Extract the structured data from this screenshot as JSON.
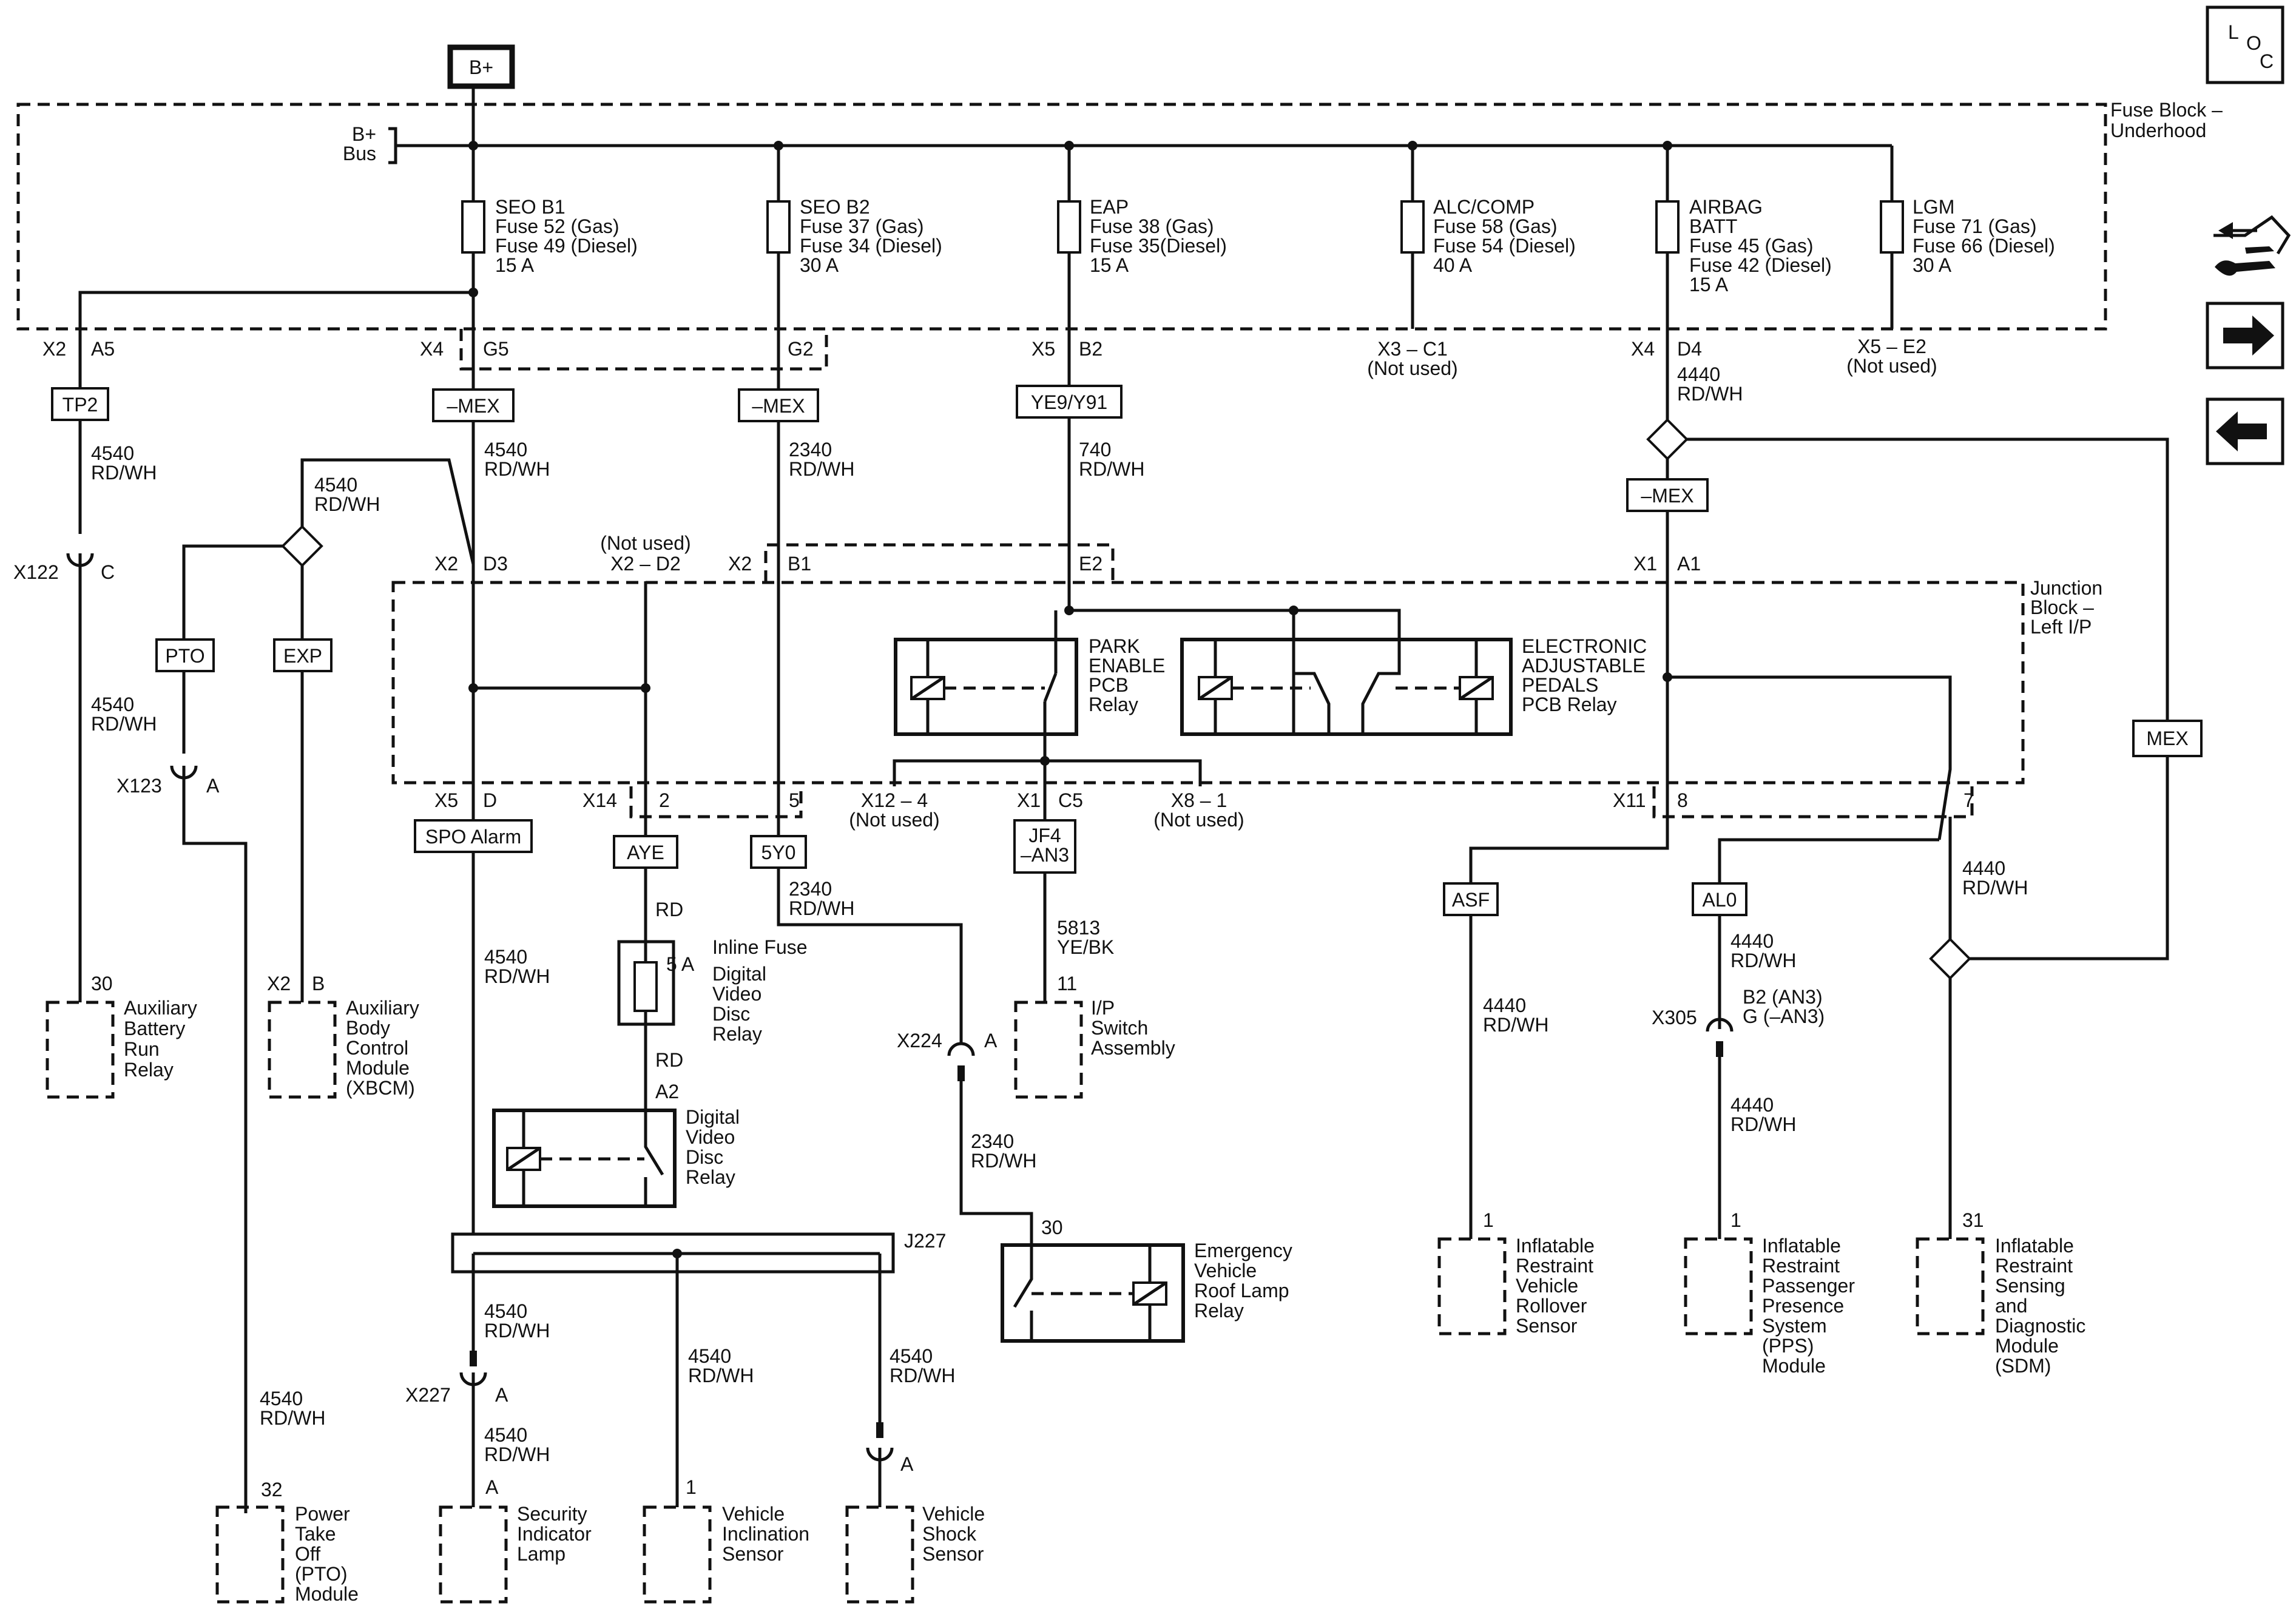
{
  "supply": {
    "label": "B+"
  },
  "loc_button": {
    "l": "L",
    "o": "O",
    "c": "C"
  },
  "fuse_block": {
    "title_lines": [
      "Fuse Block –",
      "Underhood"
    ],
    "bus_lines": [
      "B+",
      "Bus"
    ]
  },
  "fuses": [
    {
      "lines": [
        "SEO B1",
        "Fuse 52 (Gas)",
        "Fuse 49 (Diesel)",
        "15 A"
      ]
    },
    {
      "lines": [
        "SEO B2",
        "Fuse 37 (Gas)",
        "Fuse 34 (Diesel)",
        "30 A"
      ]
    },
    {
      "lines": [
        "EAP",
        "Fuse 38 (Gas)",
        "Fuse 35(Diesel)",
        "15 A"
      ]
    },
    {
      "lines": [
        "ALC/COMP",
        "Fuse 58 (Gas)",
        "Fuse 54 (Diesel)",
        "40 A"
      ]
    },
    {
      "lines": [
        "AIRBAG",
        "BATT",
        "Fuse 45 (Gas)",
        "Fuse 42 (Diesel)",
        "15 A"
      ]
    },
    {
      "lines": [
        "LGM",
        "Fuse 71 (Gas)",
        "Fuse 66 (Diesel)",
        "30 A"
      ]
    }
  ],
  "connectors": {
    "fb_x2": "X2",
    "fb_a5": "A5",
    "fb_x4": "X4",
    "fb_g5": "G5",
    "fb_g2": "G2",
    "fb_x5": "X5",
    "fb_b2": "B2",
    "fb_x3": "X3 – C1",
    "fb_x3_note": "(Not used)",
    "fb_x4b": "X4",
    "fb_d4": "D4",
    "fb_x5e2": "X5 – E2",
    "fb_x5e2_note": "(Not used)",
    "x122": "X122",
    "x122_pin": "C",
    "x123": "X123",
    "x123_pin": "A",
    "jb_x2": "X2",
    "jb_d3": "D3",
    "jb_notused": "(Not used)",
    "jb_x2d2": "X2 – D2",
    "jb_x2b": "X2",
    "jb_b1": "B1",
    "jb_e2": "E2",
    "jb_x1": "X1",
    "jb_a1": "A1",
    "jb_x5": "X5",
    "jb_d": "D",
    "jb_x14": "X14",
    "jb_2": "2",
    "jb_5": "5",
    "jb_x12": "X12 – 4",
    "jb_x12_note": "(Not used)",
    "jb_x1b": "X1",
    "jb_c5": "C5",
    "jb_x8": "X8 – 1",
    "jb_x8_note": "(Not used)",
    "jb_x11": "X11",
    "jb_8": "8",
    "jb_7": "7",
    "x224": "X224",
    "x224_pin": "A",
    "x305": "X305",
    "x305_pins": [
      "B2 (AN3)",
      "G (–AN3)"
    ],
    "x227": "X227",
    "x227_pin": "A",
    "shock_pin": "A",
    "a2": "A2",
    "j227": "J227"
  },
  "options": {
    "tp2": "TP2",
    "mex1": "–MEX",
    "mex2": "–MEX",
    "ye9": "YE9/Y91",
    "mex3": "–MEX",
    "pto": "PTO",
    "exp": "EXP",
    "spo": "SPO Alarm",
    "aye": "AYE",
    "5y0": "5Y0",
    "jf4": [
      "JF4",
      "–AN3"
    ],
    "asf": "ASF",
    "al0": "AL0",
    "mex_right": "MEX"
  },
  "wires": {
    "w_tp2": [
      "4540",
      "RD/WH"
    ],
    "w_x122": [
      "4540",
      "RD/WH"
    ],
    "w_split": [
      "4540",
      "RD/WH"
    ],
    "w_pto": [
      "4540",
      "RD/WH"
    ],
    "w_mex1": [
      "4540",
      "RD/WH"
    ],
    "w_mex2": [
      "2340",
      "RD/WH"
    ],
    "w_ye9": [
      "740",
      "RD/WH"
    ],
    "w_d4": [
      "4440",
      "RD/WH"
    ],
    "w_spo": [
      "4540",
      "RD/WH"
    ],
    "w_rd1": "RD",
    "w_rd2": "RD",
    "w_5y0": [
      "2340",
      "RD/WH"
    ],
    "w_jf4": [
      "5813",
      "YE/BK"
    ],
    "w_x224": [
      "2340",
      "RD/WH"
    ],
    "w_asf": [
      "4440",
      "RD/WH"
    ],
    "w_al0": [
      "4440",
      "RD/WH"
    ],
    "w_x305": [
      "4440",
      "RD/WH"
    ],
    "w_sdm": [
      "4440",
      "RD/WH"
    ],
    "w_j227a": [
      "4540",
      "RD/WH"
    ],
    "w_x227": [
      "4540",
      "RD/WH"
    ],
    "w_j227b": [
      "4540",
      "RD/WH"
    ],
    "w_j227c": [
      "4540",
      "RD/WH"
    ]
  },
  "junction_block": {
    "title_lines": [
      "Junction",
      "Block –",
      "Left I/P"
    ]
  },
  "relays": {
    "park": [
      "PARK",
      "ENABLE",
      "PCB",
      "Relay"
    ],
    "pedals": [
      "ELECTRONIC",
      "ADJUSTABLE",
      "PEDALS",
      "PCB Relay"
    ],
    "dvd": [
      "Digital",
      "Video",
      "Disc",
      "Relay"
    ],
    "emergency": [
      "Emergency",
      "Vehicle",
      "Roof Lamp",
      "Relay"
    ]
  },
  "inline_fuse": {
    "title": "Inline Fuse",
    "rating": "5 A",
    "device_lines": [
      "Digital",
      "Video",
      "Disc",
      "Relay"
    ]
  },
  "components": {
    "aux_batt": {
      "pin": "30",
      "lines": [
        "Auxiliary",
        "Battery",
        "Run",
        "Relay"
      ]
    },
    "xbcm": {
      "conn": "X2",
      "pin": "B",
      "lines": [
        "Auxiliary",
        "Body",
        "Control",
        "Module",
        "(XBCM)"
      ]
    },
    "pto_module": {
      "pin": "32",
      "lines": [
        "Power",
        "Take",
        "Off",
        "(PTO)",
        "Module"
      ]
    },
    "ip_switch": {
      "pin": "11",
      "lines": [
        "I/P",
        "Switch",
        "Assembly"
      ]
    },
    "roof_relay": {
      "pin": "30"
    },
    "security": {
      "pin": "A",
      "lines": [
        "Security",
        "Indicator",
        "Lamp"
      ]
    },
    "inclination": {
      "pin": "1",
      "lines": [
        "Vehicle",
        "Inclination",
        "Sensor"
      ]
    },
    "shock": {
      "lines": [
        "Vehicle",
        "Shock",
        "Sensor"
      ]
    },
    "rollover": {
      "pin": "1",
      "lines": [
        "Inflatable",
        "Restraint",
        "Vehicle",
        "Rollover",
        "Sensor"
      ]
    },
    "pps": {
      "pin": "1",
      "lines": [
        "Inflatable",
        "Restraint",
        "Passenger",
        "Presence",
        "System",
        "(PPS)",
        "Module"
      ]
    },
    "sdm": {
      "pin": "31",
      "lines": [
        "Inflatable",
        "Restraint",
        "Sensing",
        "and",
        "Diagnostic",
        "Module",
        "(SDM)"
      ]
    }
  },
  "nav": {
    "tools_icon": "tools-icon",
    "next_icon": "arrow-right-icon",
    "prev_icon": "arrow-left-icon"
  }
}
